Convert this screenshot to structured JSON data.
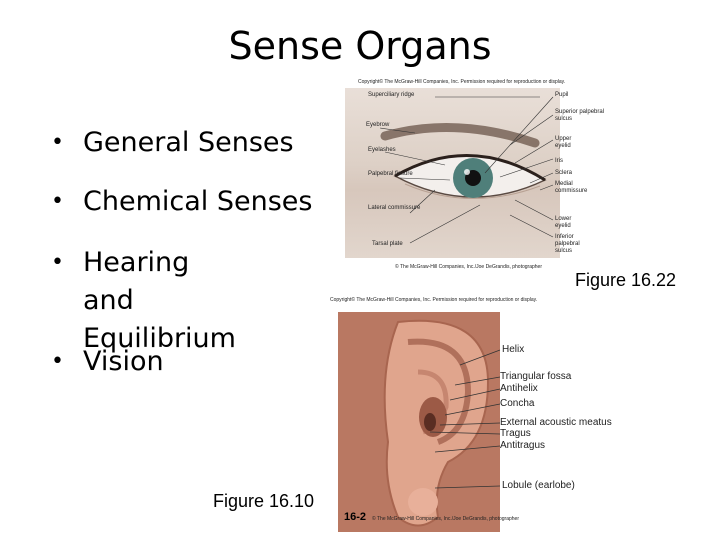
{
  "slide": {
    "title": "Sense Organs",
    "bullets": [
      {
        "label": "General Senses"
      },
      {
        "label": "Chemical Senses"
      },
      {
        "label": "Hearing and\nEquilibrium"
      },
      {
        "label": "Vision"
      }
    ],
    "page_number": "16-2"
  },
  "eye_figure": {
    "copyright_top": "Copyright© The McGraw-Hill Companies, Inc. Permission required for reproduction or display.",
    "labels_left": [
      "Superciliary ridge",
      "Eyebrow",
      "Eyelashes",
      "Palpebral fissure",
      "Lateral commissure",
      "Tarsal plate"
    ],
    "labels_right": [
      "Pupil",
      "Superior palpebral sulcus",
      "Upper eyelid",
      "Iris",
      "Sclera",
      "Medial commissure",
      "Lower eyelid",
      "Inferior palpebral sulcus"
    ],
    "photo_credit": "© The McGraw-Hill Companies, Inc./Joe DeGrandis, photographer",
    "figure_label": "Figure 16.22"
  },
  "ear_figure": {
    "copyright_top": "Copyright© The McGraw-Hill Companies, Inc. Permission required for reproduction or display.",
    "labels": [
      "Helix",
      "Triangular fossa",
      "Antihelix",
      "Concha",
      "External acoustic meatus",
      "Tragus",
      "Antitragus",
      "Lobule (earlobe)"
    ],
    "photo_credit": "© The McGraw-Hill Companies, Inc./Joe DeGrandis, photographer",
    "figure_label": "Figure 16.10"
  },
  "colors": {
    "skin": "#c98c78",
    "iris": "#4f7f7a",
    "background": "#ffffff"
  }
}
